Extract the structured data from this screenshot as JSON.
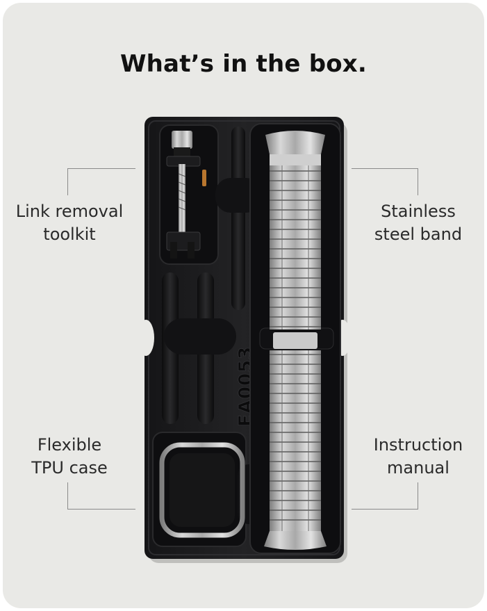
{
  "title": "What’s in the box.",
  "labels": {
    "toolkit": [
      "Link removal",
      "toolkit"
    ],
    "band": [
      "Stainless",
      "steel band"
    ],
    "case": [
      "Flexible",
      "TPU case"
    ],
    "manual": [
      "Instruction",
      "manual"
    ]
  },
  "tray_code": "EA0053",
  "colors": {
    "background": "#e9e9e6",
    "tray": "#1d1d1f",
    "metal": "#b9b9b9"
  }
}
